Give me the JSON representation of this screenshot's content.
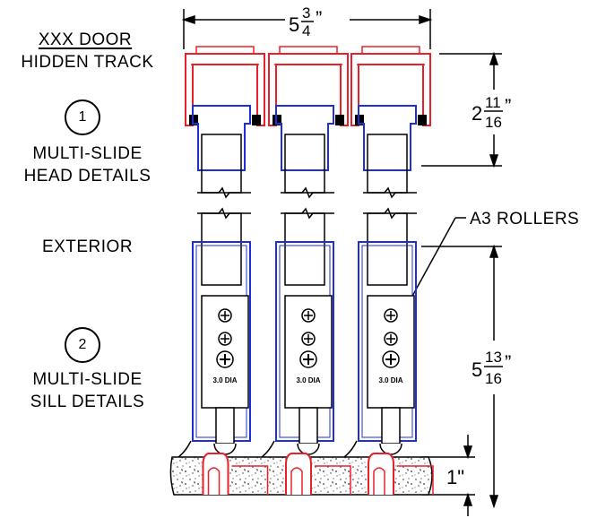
{
  "left_labels": {
    "title_line1": "XXX DOOR",
    "title_line2": "HIDDEN TRACK",
    "callout1_number": "1",
    "callout1_line1": "MULTI-SLIDE",
    "callout1_line2": "HEAD DETAILS",
    "exterior": "EXTERIOR",
    "callout2_number": "2",
    "callout2_line1": "MULTI-SLIDE",
    "callout2_line2": "SILL DETAILS"
  },
  "dimensions": {
    "width_whole": "5",
    "width_num": "3",
    "width_den": "4",
    "head_whole": "2",
    "head_num": "11",
    "head_den": "16",
    "sill_whole": "5",
    "sill_num": "13",
    "sill_den": "16",
    "base": "1\""
  },
  "roller_label": "A3 ROLLERS",
  "roller_dia": "3.0 DIA",
  "colors": {
    "head_track": "#e8202a",
    "panel": "#1f2fd6",
    "ink": "#000000"
  }
}
